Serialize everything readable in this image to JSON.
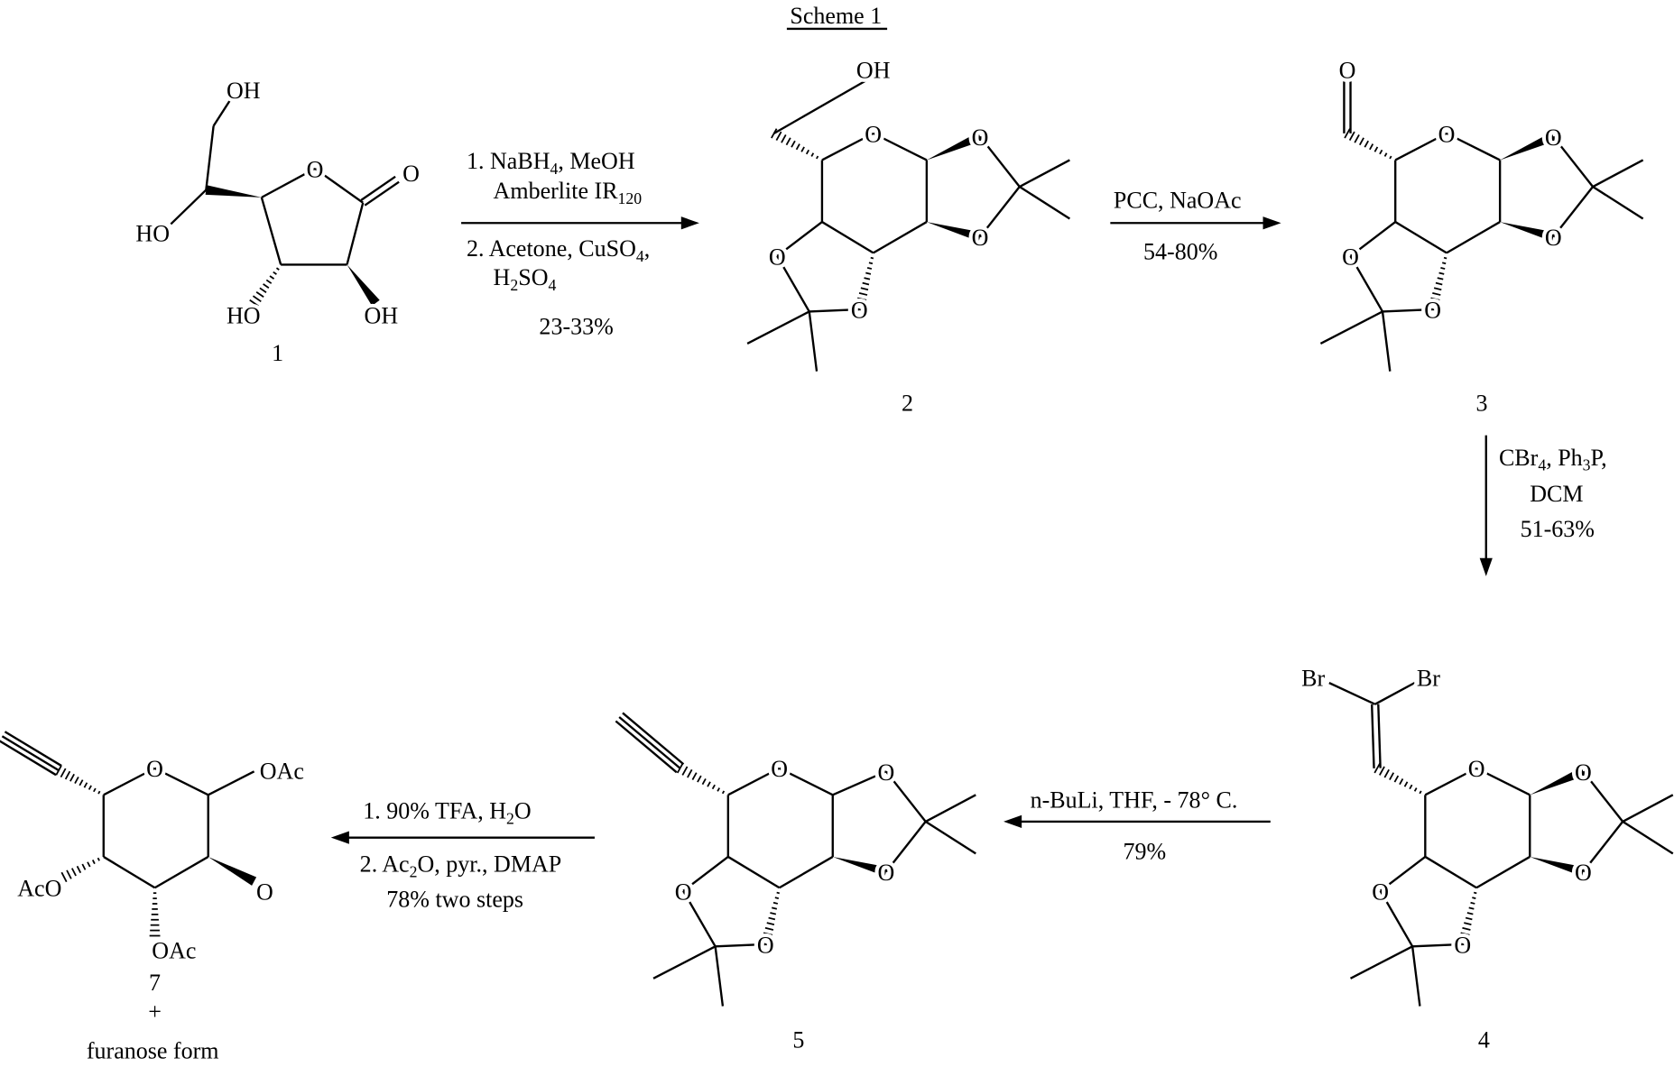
{
  "title": "Scheme 1",
  "compounds": {
    "c1": {
      "label": "1",
      "atoms": [
        "O",
        "O",
        "HO",
        "OH",
        "HO",
        "OH"
      ]
    },
    "c2": {
      "label": "2",
      "atoms": [
        "O",
        "O",
        "O",
        "O",
        "O",
        "OH"
      ]
    },
    "c3": {
      "label": "3",
      "atoms": [
        "O",
        "O",
        "O",
        "O",
        "O",
        "O"
      ]
    },
    "c4": {
      "label": "4",
      "atoms": [
        "O",
        "O",
        "O",
        "O",
        "O",
        "Br",
        "Br"
      ]
    },
    "c5": {
      "label": "5",
      "atoms": [
        "O",
        "O",
        "O",
        "O",
        "O"
      ]
    },
    "c7": {
      "label": "7",
      "atoms": [
        "O",
        "OAc",
        "O",
        "OAc",
        "AcO"
      ],
      "plus": "+",
      "note": "furanose form"
    }
  },
  "steps": {
    "s1": {
      "l1a": "1. NaBH",
      "l1s": "4",
      "l1b": ", MeOH",
      "l2a": "Amberlite IR",
      "l2s": "120",
      "l3": "2. Acetone, CuSO",
      "l3s": "4",
      "l3b": ",",
      "l4a": "H",
      "l4s": "2",
      "l4b": "SO",
      "l4s2": "4",
      "yield": "23-33%"
    },
    "s2": {
      "reagents": "PCC, NaOAc",
      "yield": "54-80%"
    },
    "s3": {
      "l1a": "CBr",
      "l1s": "4",
      "l1b": ", Ph",
      "l1s2": "3",
      "l1c": "P,",
      "l2": "DCM",
      "yield": "51-63%"
    },
    "s4": {
      "reagents": "n-BuLi, THF, - 78° C.",
      "yield": "79%"
    },
    "s5": {
      "l1a": "1. 90% TFA, H",
      "l1s": "2",
      "l1b": "O",
      "l2a": "2. Ac",
      "l2s": "2",
      "l2b": "O, pyr., DMAP",
      "yield": "78% two steps"
    }
  }
}
